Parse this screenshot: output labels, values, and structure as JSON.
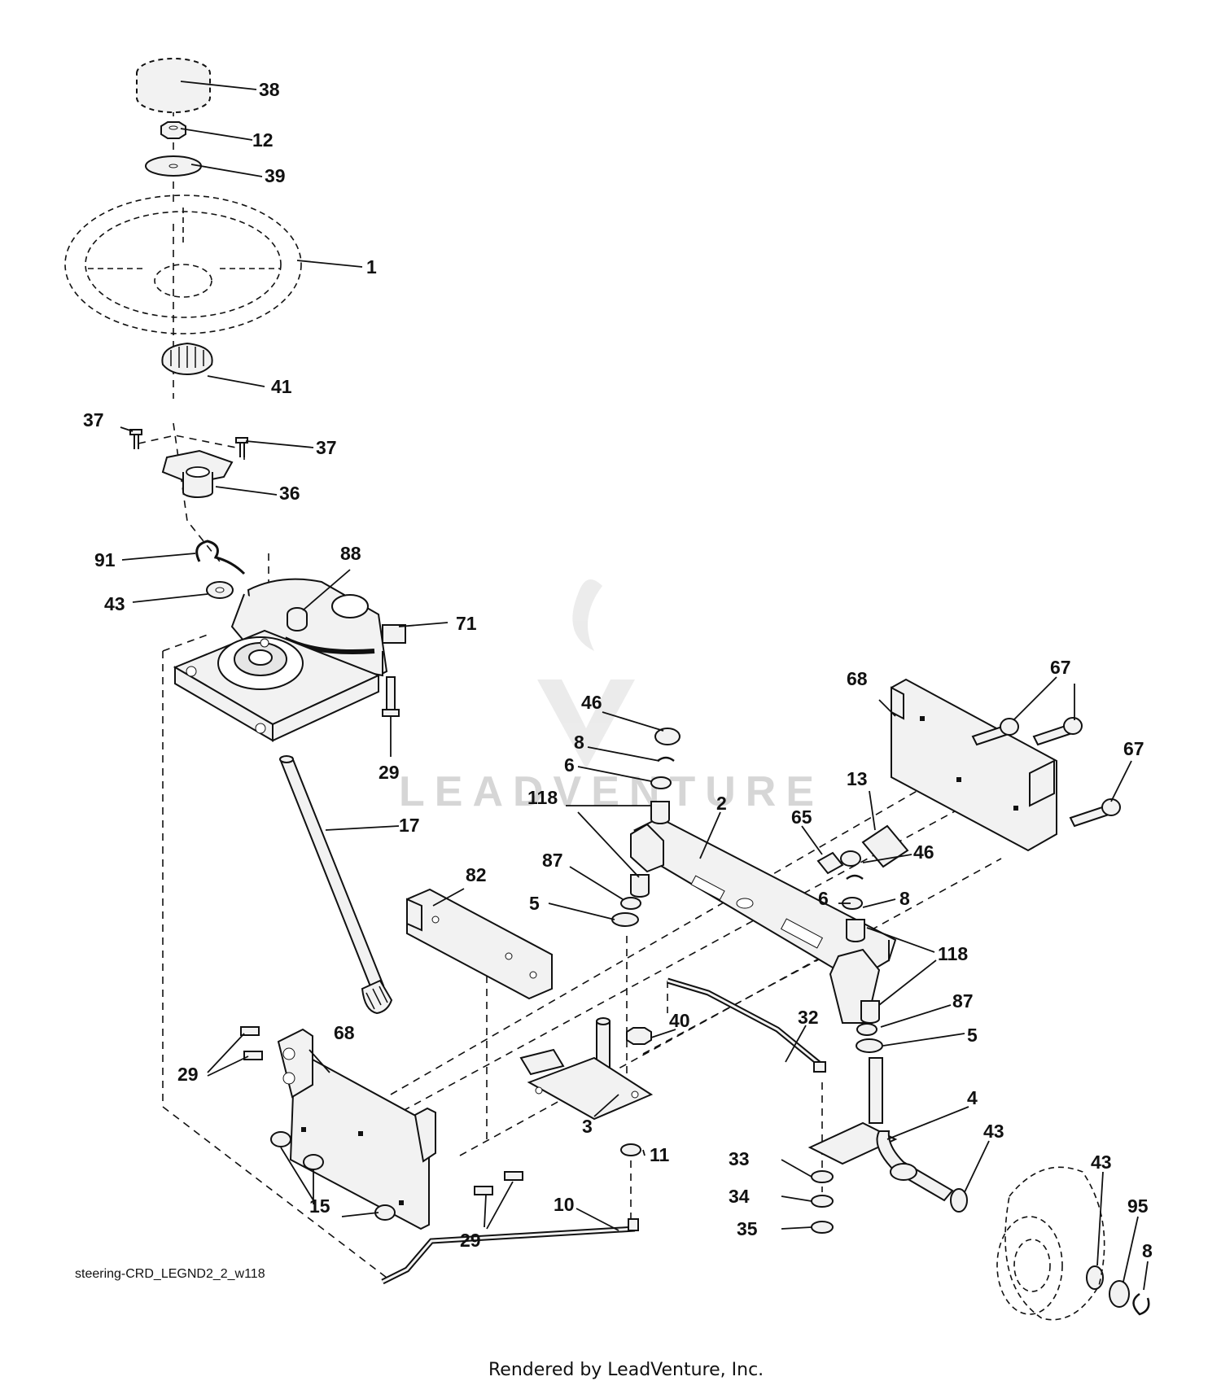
{
  "diagram": {
    "code": "steering-CRD_LEGND2_2_w118",
    "footer": "Rendered by LeadVenture, Inc.",
    "watermark": "LEADVENTURE",
    "callouts": [
      "38",
      "12",
      "39",
      "1",
      "41",
      "37",
      "37",
      "36",
      "91",
      "88",
      "43",
      "71",
      "29",
      "17",
      "46",
      "8",
      "6",
      "118",
      "2",
      "65",
      "13",
      "68",
      "67",
      "67",
      "87",
      "5",
      "82",
      "46",
      "8",
      "6",
      "118",
      "87",
      "5",
      "32",
      "40",
      "3",
      "4",
      "11",
      "33",
      "34",
      "35",
      "43",
      "43",
      "95",
      "8",
      "10",
      "68",
      "29",
      "15",
      "29"
    ]
  }
}
